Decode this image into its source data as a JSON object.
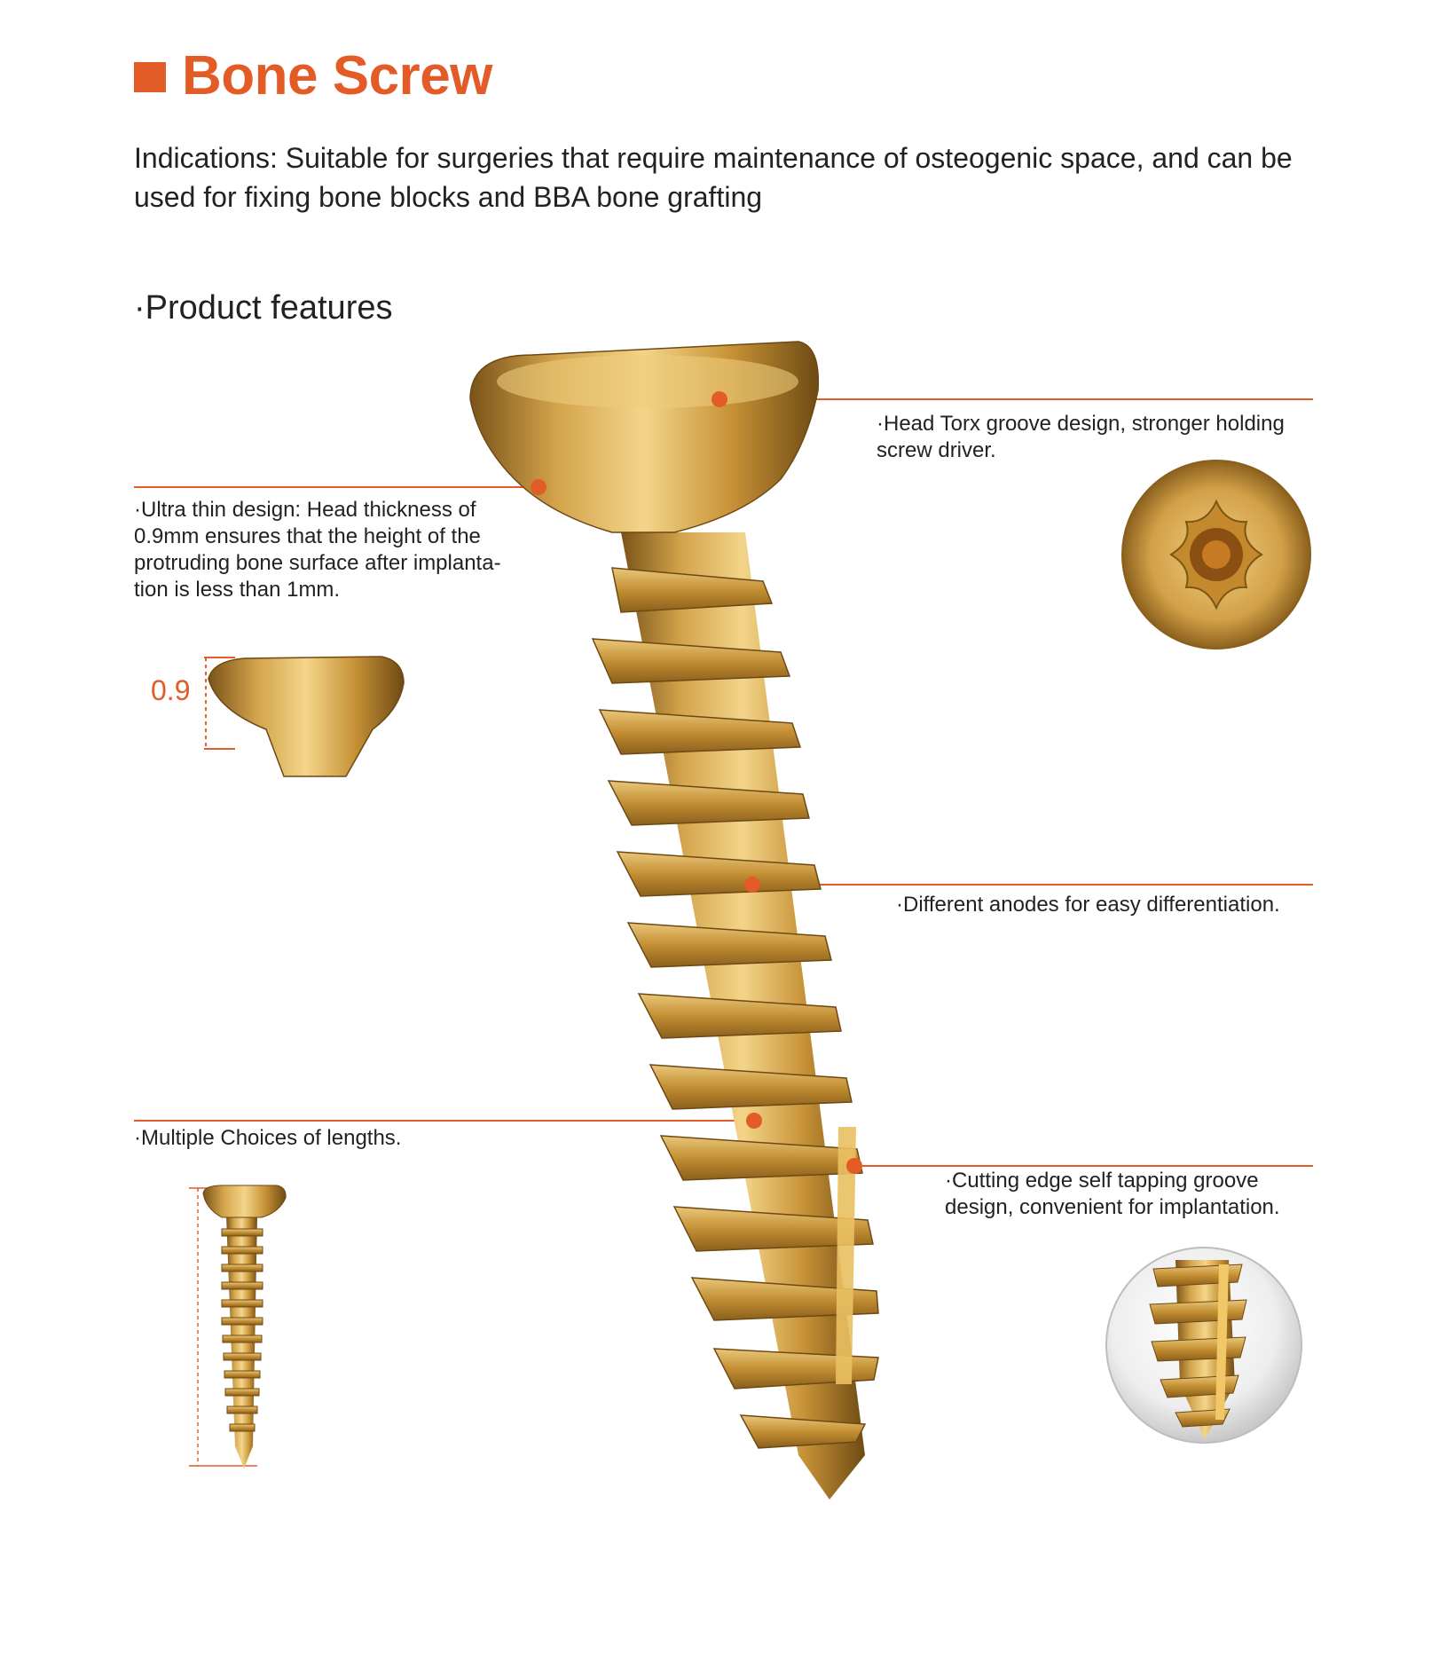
{
  "header": {
    "title": "Bone Screw",
    "indications": "Indications: Suitable for surgeries that require maintenance of osteogenic space, and can be used for fixing bone blocks and BBA bone grafting"
  },
  "features": {
    "heading": "·Product features",
    "head_torx": "·Head Torx groove design, stronger holding screw driver.",
    "ultra_thin": "·Ultra thin design: Head thickness of 0.9mm ensures that the height of the protruding bone surface after implanta-tion is less than 1mm.",
    "anodes": "·Different anodes for easy differentiation.",
    "lengths": "·Multiple Choices of lengths.",
    "cutting_edge": "·Cutting edge self tapping groove design, convenient for implantation.",
    "thickness_label": "0.9"
  },
  "colors": {
    "accent": "#e35b26",
    "gold": "#c9973a"
  },
  "icons": [
    "head-torx-icon",
    "screw-illustration",
    "cutting-tip-illustration"
  ]
}
